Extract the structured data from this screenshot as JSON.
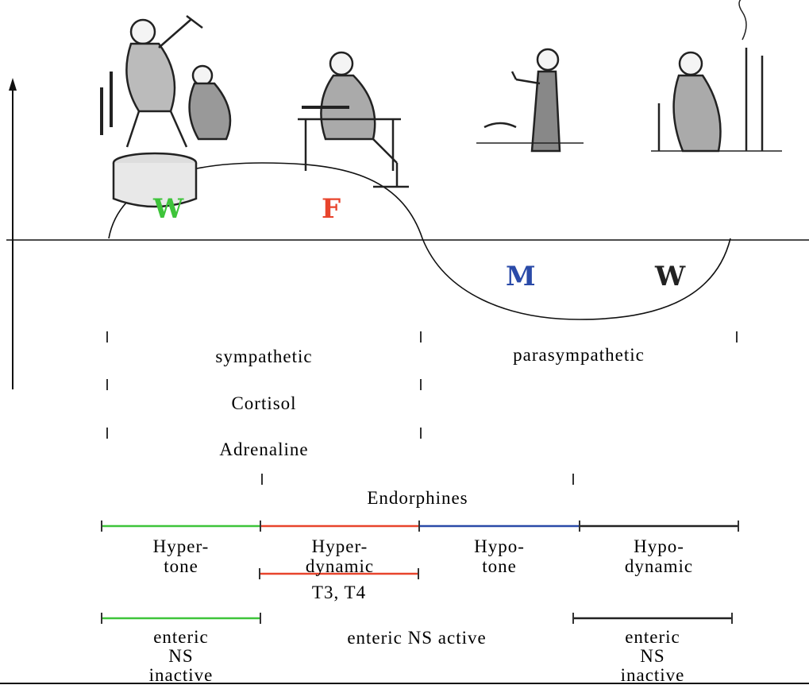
{
  "phase_letters": [
    {
      "text": "W",
      "color": "#3ec43a"
    },
    {
      "text": "F",
      "color": "#e8442c"
    },
    {
      "text": "M",
      "color": "#2a4aa8"
    },
    {
      "text": "W",
      "color": "#222222"
    }
  ],
  "colors": {
    "green": "#3ec43a",
    "red": "#e8442c",
    "blue": "#2a4aa8",
    "black": "#222222"
  },
  "rows": {
    "nervous": {
      "left": "sympathetic",
      "right": "parasympathetic"
    },
    "cortisol": "Cortisol",
    "adrenaline": "Adrenaline",
    "endorphines": "Endorphines",
    "tone": {
      "c1": [
        "Hyper-",
        "tone"
      ],
      "c2": [
        "Hyper-",
        "dynamic"
      ],
      "c3": [
        "Hypo-",
        "tone"
      ],
      "c4": [
        "Hypo-",
        "dynamic"
      ]
    },
    "thyroid": "T3, T4",
    "enteric": {
      "c1": [
        "enteric",
        "NS",
        "inactive"
      ],
      "c2": "enteric NS active",
      "c3": [
        "enteric",
        "NS",
        "inactive"
      ]
    }
  },
  "illustrations": [
    "blacksmith-figure",
    "eating-figure",
    "standing-figure",
    "resting-figure"
  ]
}
